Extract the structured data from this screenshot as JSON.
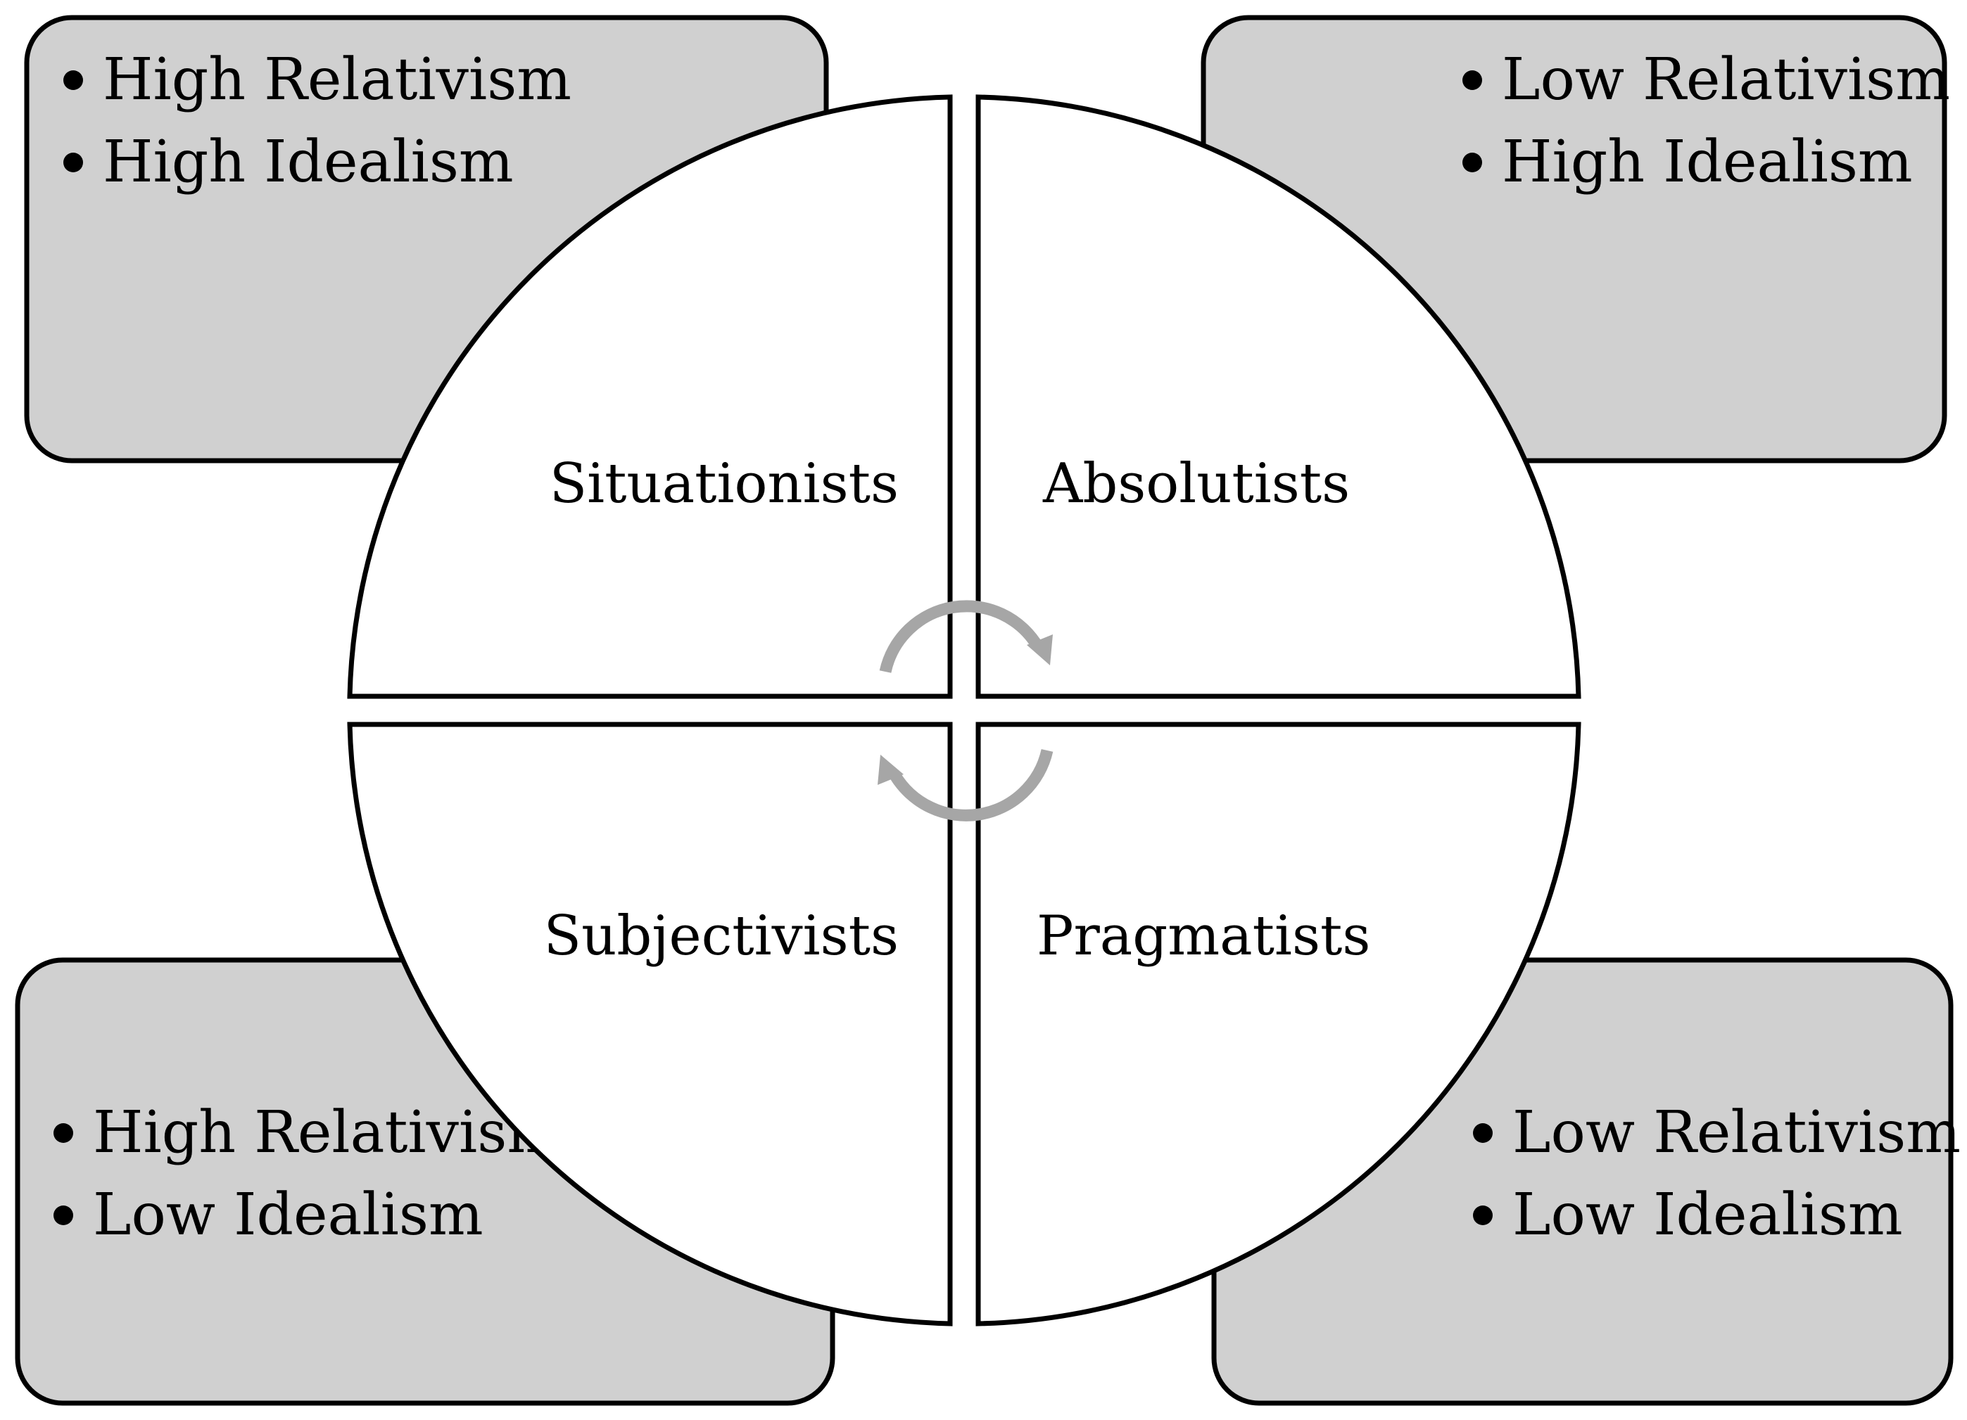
{
  "colors": {
    "box_fill": "#d0d0d0",
    "quadrant_fill": "#ffffff",
    "outline": "#000000",
    "cycle_arrow": "#a6a6a6"
  },
  "boxes": {
    "top_left": {
      "items": [
        "High Relativism",
        "High Idealism"
      ]
    },
    "top_right": {
      "items": [
        "Low Relativism",
        "High Idealism"
      ]
    },
    "bottom_left": {
      "items": [
        "High Relativism",
        "Low Idealism"
      ]
    },
    "bottom_right": {
      "items": [
        "Low Relativism",
        "Low Idealism"
      ]
    }
  },
  "quadrants": {
    "top_left": "Situationists",
    "top_right": "Absolutists",
    "bottom_left": "Subjectivists",
    "bottom_right": "Pragmatists"
  },
  "icons": {
    "center": "cycle-arrows-icon"
  }
}
